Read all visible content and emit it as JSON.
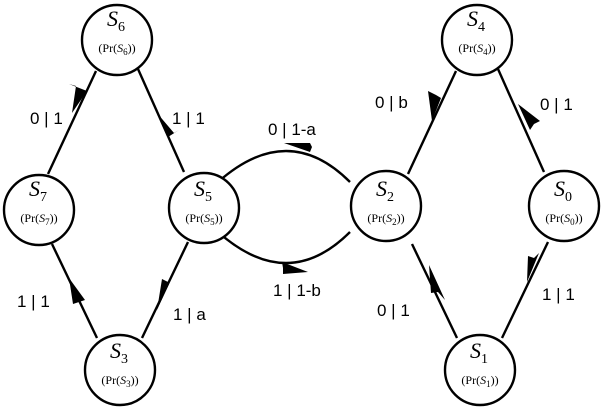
{
  "diagram": {
    "states": [
      {
        "id": "S6",
        "main": "S",
        "sub": "6",
        "prob": {
          "prefix": "(Pr(",
          "var": "S",
          "sub": "6",
          "suffix": "))"
        }
      },
      {
        "id": "S7",
        "main": "S",
        "sub": "7",
        "prob": {
          "prefix": "(Pr(",
          "var": "S",
          "sub": "7",
          "suffix": "))"
        }
      },
      {
        "id": "S5",
        "main": "S",
        "sub": "5",
        "prob": {
          "prefix": "(Pr(",
          "var": "S",
          "sub": "5",
          "suffix": "))"
        }
      },
      {
        "id": "S3",
        "main": "S",
        "sub": "3",
        "prob": {
          "prefix": "(Pr(",
          "var": "S",
          "sub": "3",
          "suffix": "))"
        }
      },
      {
        "id": "S4",
        "main": "S",
        "sub": "4",
        "prob": {
          "prefix": "(Pr(",
          "var": "S",
          "sub": "4",
          "suffix": "))"
        }
      },
      {
        "id": "S2",
        "main": "S",
        "sub": "2",
        "prob": {
          "prefix": "(Pr(",
          "var": "S",
          "sub": "2",
          "suffix": "))"
        }
      },
      {
        "id": "S0",
        "main": "S",
        "sub": "0",
        "prob": {
          "prefix": "(Pr(",
          "var": "S",
          "sub": "0",
          "suffix": "))"
        }
      },
      {
        "id": "S1",
        "main": "S",
        "sub": "1",
        "prob": {
          "prefix": "(Pr(",
          "var": "S",
          "sub": "1",
          "suffix": "))"
        }
      }
    ],
    "edges": [
      {
        "from": "S7",
        "to": "S6",
        "label": "0 | 1"
      },
      {
        "from": "S6",
        "to": "S5",
        "label": "1 | 1"
      },
      {
        "from": "S5",
        "to": "S3",
        "label": "1 | a"
      },
      {
        "from": "S3",
        "to": "S7",
        "label": "1 | 1"
      },
      {
        "from": "S5",
        "to": "S2",
        "label": "0 | 1-a"
      },
      {
        "from": "S2",
        "to": "S5",
        "label": "1 | 1-b"
      },
      {
        "from": "S2",
        "to": "S4",
        "label": "0 | b"
      },
      {
        "from": "S4",
        "to": "S0",
        "label": "0 | 1"
      },
      {
        "from": "S0",
        "to": "S1",
        "label": "1 | 1"
      },
      {
        "from": "S1",
        "to": "S2",
        "label": "0 | 1"
      }
    ]
  }
}
